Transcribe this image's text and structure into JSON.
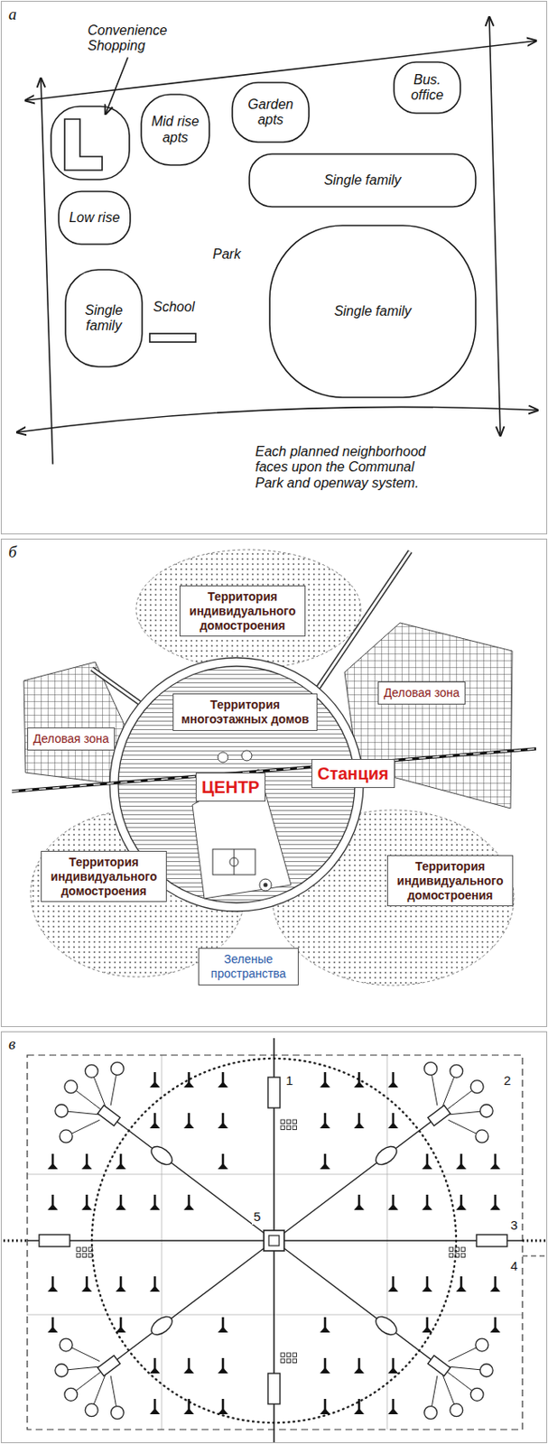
{
  "diagram": {
    "nodes": [
      {
        "text": [
          "Mid rise apts"
        ]
      },
      {
        "text": [
          "Garden apts"
        ]
      },
      {
        "text": [
          "Bus. office"
        ]
      },
      {
        "text": [
          "Single family"
        ]
      },
      {
        "text": [
          "Low rise"
        ]
      },
      {
        "text": [
          "Single family"
        ]
      },
      {
        "text": [
          "Single family"
        ]
      },
      {
        "text": [
          "Территория индивидуального домостроения"
        ]
      },
      {
        "text": [
          "Деловая зона"
        ]
      },
      {
        "text": [
          "Территория многоэтажных домов"
        ]
      },
      {
        "text": [
          "Деловая зона"
        ]
      },
      {
        "text": [
          "Станция"
        ]
      },
      {
        "text": [
          "ЦЕНТР"
        ]
      },
      {
        "text": [
          "Территория индивидуального домостроения"
        ]
      },
      {
        "text": [
          "Территория индивидуального домостроения"
        ]
      },
      {
        "text": [
          "Зеленые пространства"
        ]
      }
    ],
    "labels": [
      "а",
      "Convenience Shopping",
      "Park",
      "School",
      "Each planned neighborhood faces upon the Communal Park and openway system.",
      "б",
      "в",
      "1",
      "2",
      "3",
      "4",
      "5"
    ]
  }
}
